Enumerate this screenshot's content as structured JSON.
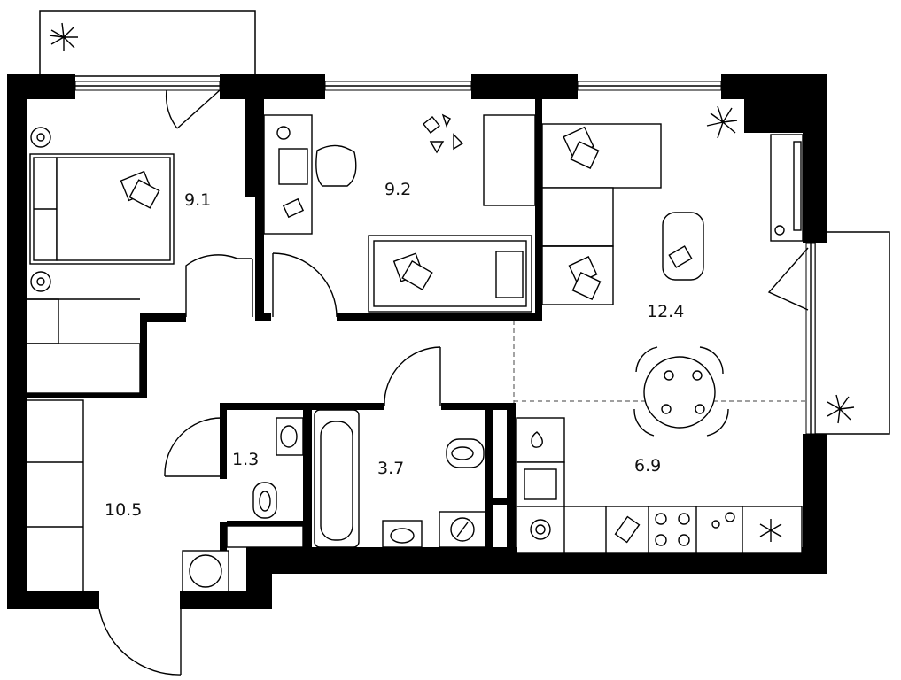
{
  "rooms": [
    {
      "id": "bedroom-1",
      "area": "9.1"
    },
    {
      "id": "bedroom-2",
      "area": "9.2"
    },
    {
      "id": "living-room",
      "area": "12.4"
    },
    {
      "id": "wc",
      "area": "1.3"
    },
    {
      "id": "bathroom",
      "area": "3.7"
    },
    {
      "id": "kitchen",
      "area": "6.9"
    },
    {
      "id": "hallway",
      "area": "10.5"
    }
  ],
  "colors": {
    "wall": "#000000",
    "background": "#ffffff",
    "zone_divider": "#666666"
  },
  "icons": [
    "plant-icon",
    "cushion-icon",
    "socket-icon",
    "sink-icon",
    "toilet-icon",
    "hob-icon",
    "snowflake-icon",
    "washing-machine-icon"
  ]
}
